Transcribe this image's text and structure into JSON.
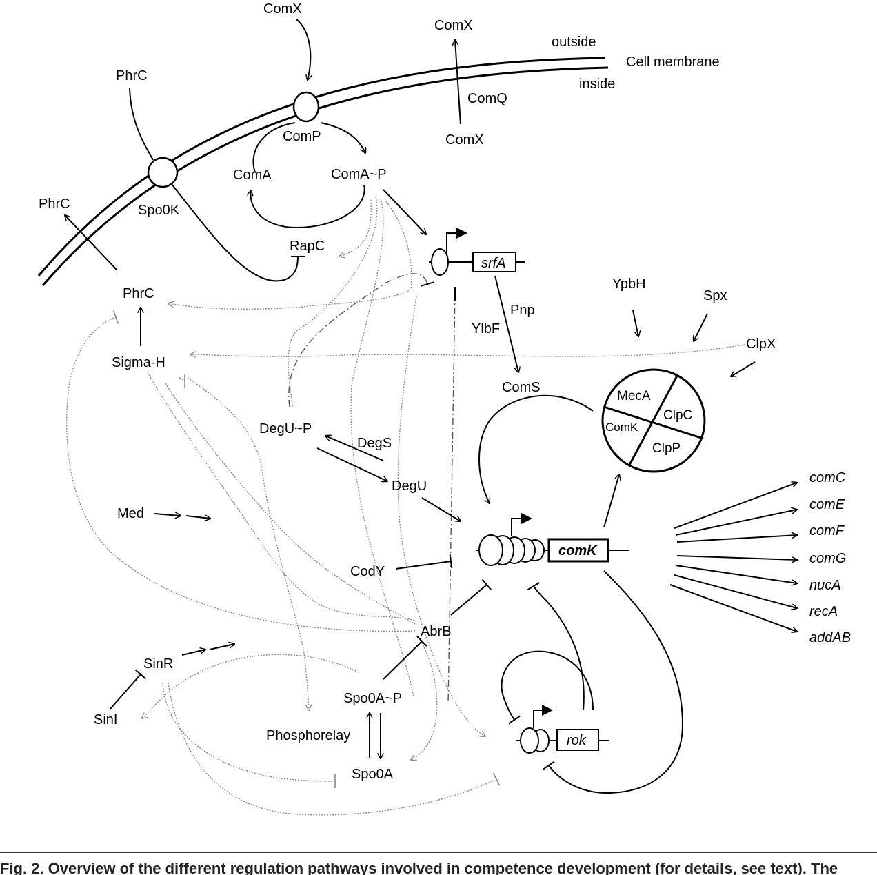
{
  "labels": {
    "comx_top": "ComX",
    "comx_out": "ComX",
    "outside": "outside",
    "cell_membrane": "Cell membrane",
    "inside": "inside",
    "comq": "ComQ",
    "comx_in": "ComX",
    "phrc_top": "PhrC",
    "comp": "ComP",
    "coma": "ComA",
    "comap": "ComA~P",
    "phrc_out": "PhrC",
    "spo0k": "Spo0K",
    "rapc": "RapC",
    "srfa": "srfA",
    "phrc_in": "PhrC",
    "ypbh": "YpbH",
    "spx": "Spx",
    "pnp": "Pnp",
    "ylbf": "YlbF",
    "clpx": "ClpX",
    "sigmah": "Sigma-H",
    "coms": "ComS",
    "meca": "MecA",
    "comk_disc": "ComK",
    "clpc": "ClpC",
    "clpp": "ClpP",
    "degup": "DegU~P",
    "degs": "DegS",
    "degu": "DegU",
    "comc": "comC",
    "come": "comE",
    "comf": "comF",
    "comg": "comG",
    "nuca": "nucA",
    "reca": "recA",
    "addab": "addAB",
    "med": "Med",
    "comk_gene": "comK",
    "cody": "CodY",
    "abrb": "AbrB",
    "sinr": "SinR",
    "spo0ap": "Spo0A~P",
    "sini": "SinI",
    "phosphorelay": "Phosphorelay",
    "spo0a": "Spo0A",
    "rok": "rok"
  },
  "caption": "Fig. 2. Overview of the different regulation pathways involved in competence development (for details, see text). The"
}
